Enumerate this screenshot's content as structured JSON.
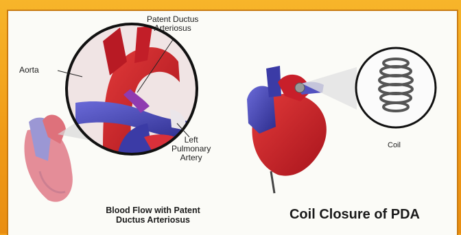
{
  "labels": {
    "pda": [
      "Patent Ductus",
      "Arteriosus"
    ],
    "aorta": "Aorta",
    "lpa": [
      "Left",
      "Pulmonary",
      "Artery"
    ],
    "coil": "Coil"
  },
  "captions": {
    "left": [
      "Blood Flow with Patent",
      "Ductus Arteriosus"
    ],
    "right": "Coil Closure of PDA"
  },
  "colors": {
    "oxygenated": "#c8202a",
    "deoxygenated": "#3a3aa0",
    "border": "#c97a10",
    "background": "#f3a21c"
  }
}
